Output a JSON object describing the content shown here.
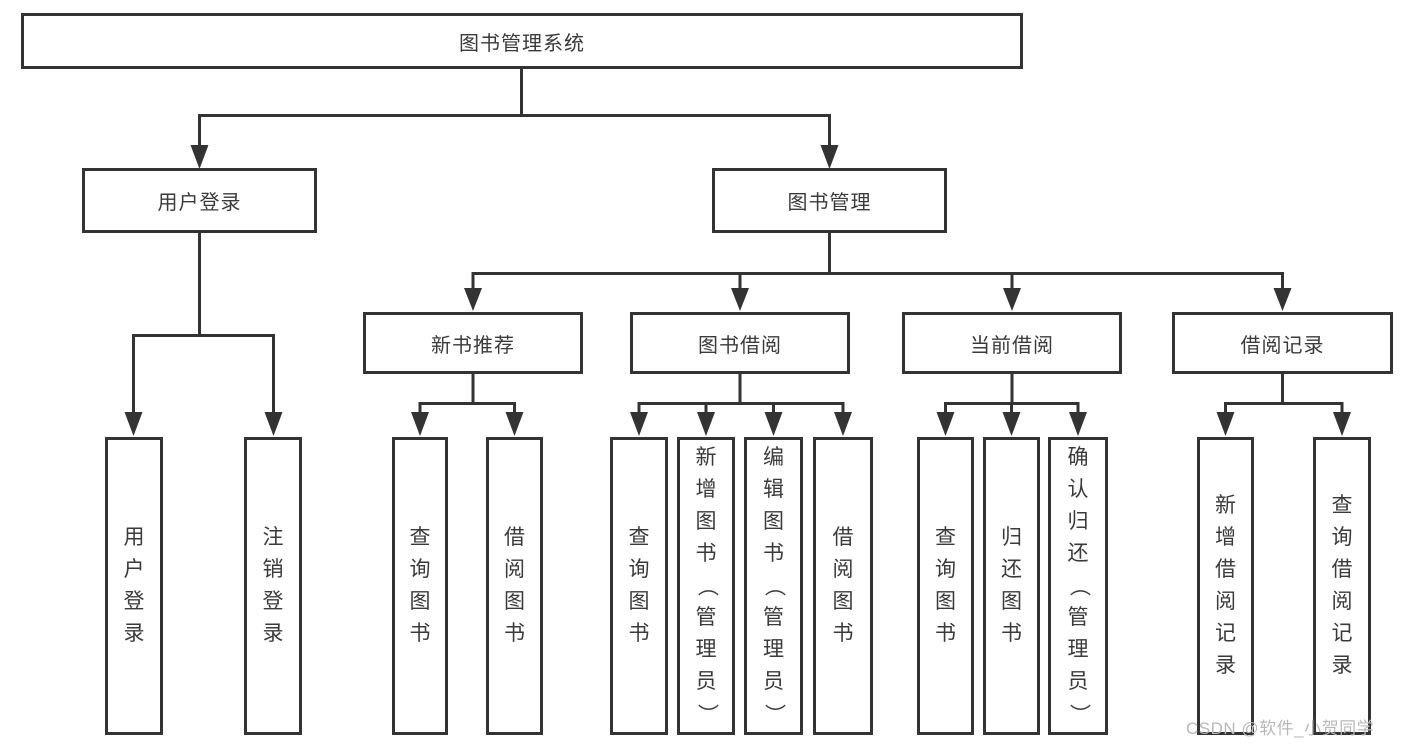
{
  "diagram": {
    "root": {
      "label": "图书管理系统"
    },
    "level1": [
      {
        "id": "user-login",
        "label": "用户登录"
      },
      {
        "id": "book-management",
        "label": "图书管理"
      }
    ],
    "level2": [
      {
        "id": "new-book-recommend",
        "label": "新书推荐",
        "parent": "book-management"
      },
      {
        "id": "book-borrow",
        "label": "图书借阅",
        "parent": "book-management"
      },
      {
        "id": "current-borrow",
        "label": "当前借阅",
        "parent": "book-management"
      },
      {
        "id": "borrow-records",
        "label": "借阅记录",
        "parent": "book-management"
      }
    ],
    "leaves": [
      {
        "id": "user-login-leaf",
        "label": "用户登录",
        "parent": "user-login"
      },
      {
        "id": "logout",
        "label": "注销登录",
        "parent": "user-login"
      },
      {
        "id": "query-book-1",
        "label": "查询图书",
        "parent": "new-book-recommend"
      },
      {
        "id": "borrow-book-1",
        "label": "借阅图书",
        "parent": "new-book-recommend"
      },
      {
        "id": "query-book-2",
        "label": "查询图书",
        "parent": "book-borrow"
      },
      {
        "id": "add-book-admin",
        "label": "新增图书（管理员）",
        "parent": "book-borrow"
      },
      {
        "id": "edit-book-admin",
        "label": "编辑图书（管理员）",
        "parent": "book-borrow"
      },
      {
        "id": "borrow-book-2",
        "label": "借阅图书",
        "parent": "book-borrow"
      },
      {
        "id": "query-book-3",
        "label": "查询图书",
        "parent": "current-borrow"
      },
      {
        "id": "return-book",
        "label": "归还图书",
        "parent": "current-borrow"
      },
      {
        "id": "confirm-return-admin",
        "label": "确认归还（管理员）",
        "parent": "current-borrow"
      },
      {
        "id": "add-borrow-record",
        "label": "新增借阅记录",
        "parent": "borrow-records"
      },
      {
        "id": "query-borrow-record",
        "label": "查询借阅记录",
        "parent": "borrow-records"
      }
    ]
  },
  "watermark": {
    "text": "CSDN @软件_小贺同学"
  },
  "colors": {
    "line": "#333333",
    "box_border": "#333333",
    "box_background": "#ffffff",
    "text": "#3a3a3a",
    "watermark": "#b9b9b9",
    "page_background": "#ffffff"
  }
}
